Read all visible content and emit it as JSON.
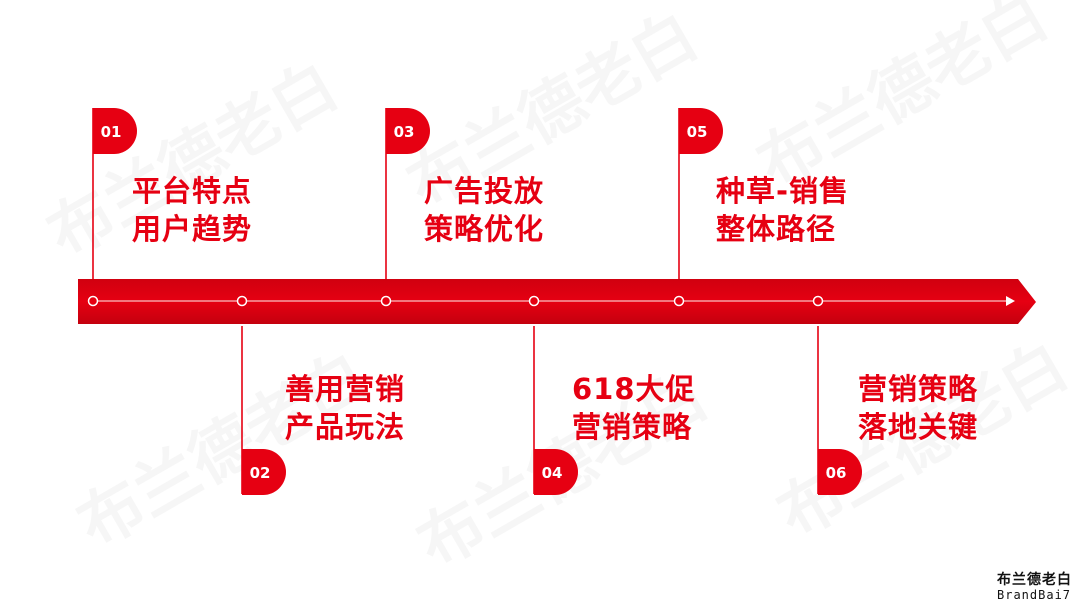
{
  "colors": {
    "accent": "#e60012",
    "dark_accent": "#b8000d",
    "background": "#ffffff"
  },
  "watermark_text": "布兰德老白",
  "steps": [
    {
      "number": "01",
      "line1": "平台特点",
      "line2": "用户趋势",
      "side": "top"
    },
    {
      "number": "02",
      "line1": "善用营销",
      "line2": "产品玩法",
      "side": "bottom"
    },
    {
      "number": "03",
      "line1": "广告投放",
      "line2": "策略优化",
      "side": "top"
    },
    {
      "number": "04",
      "line1": "618大促",
      "line2": "营销策略",
      "side": "bottom"
    },
    {
      "number": "05",
      "line1": "种草-销售",
      "line2": "整体路径",
      "side": "top"
    },
    {
      "number": "06",
      "line1": "营销策略",
      "line2": "落地关键",
      "side": "bottom"
    }
  ],
  "brand": {
    "name_cn": "布兰德老白",
    "name_en": "BrandBai7"
  }
}
